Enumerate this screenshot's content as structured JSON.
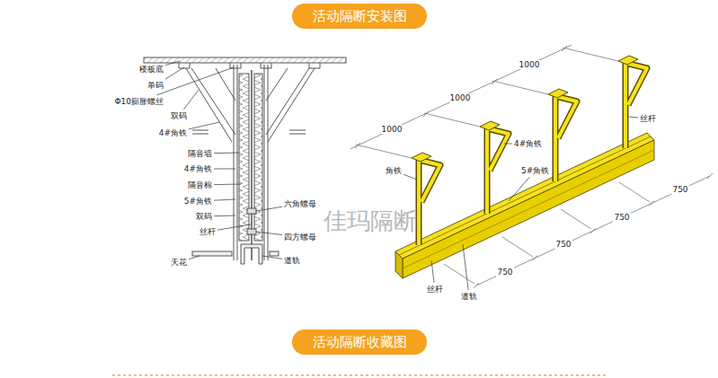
{
  "diagram": {
    "nodes": [
      {
        "text": [
          "活动隔断安装图"
        ]
      },
      {
        "text": [
          "活动隔断收藏图"
        ]
      }
    ],
    "labels": [
      "楼板底",
      "单码",
      "Φ10膨胀螺丝",
      "双码",
      "4#角铁",
      "隔音墙",
      "4#角铁",
      "隔音棉",
      "5#角铁",
      "双码",
      "丝杆",
      "天花",
      "六角螺母",
      "四方螺母",
      "道轨",
      "佳玛隔断",
      "1000",
      "1000",
      "1000",
      "角铁",
      "4#角铁",
      "5#角铁",
      "丝杆",
      "750",
      "750",
      "750",
      "750",
      "丝杆",
      "道轨"
    ]
  }
}
